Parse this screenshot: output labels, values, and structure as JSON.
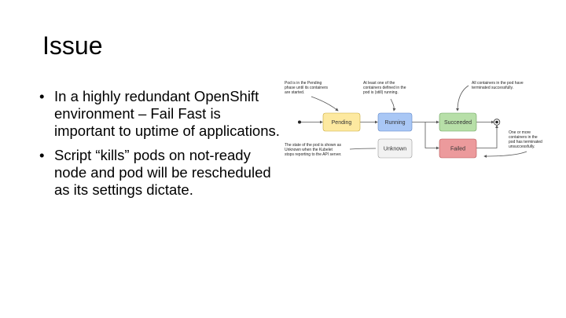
{
  "slide": {
    "title": "Issue",
    "bullets": [
      "In a highly redundant OpenShift environment – Fail Fast is important to uptime of applications.",
      "Script “kills” pods on not-ready node and pod will be rescheduled as its settings dictate."
    ]
  },
  "diagram": {
    "states": {
      "pending": {
        "label": "Pending",
        "color": "#fde9a0"
      },
      "running": {
        "label": "Running",
        "color": "#a9c7f5"
      },
      "succeeded": {
        "label": "Succeeded",
        "color": "#b7dfa8"
      },
      "failed": {
        "label": "Failed",
        "color": "#ec9a9c"
      },
      "unknown": {
        "label": "Unknown",
        "color": "#f2f2f2"
      }
    },
    "annotations": {
      "pending": [
        "Pod is in the Pending",
        "phase until its containers",
        "are started."
      ],
      "running": [
        "At least one of the",
        "containers defined in the",
        "pod is (still) running."
      ],
      "succeeded": [
        "All containers in the pod have",
        "terminated successfully."
      ],
      "failed": [
        "One or more",
        "containers in the",
        "pod has terminated",
        "unsuccessfully."
      ],
      "unknown": [
        "The state of the pod is shown as",
        "Unknown when the Kubelet",
        "stops reporting to the API server."
      ]
    }
  }
}
